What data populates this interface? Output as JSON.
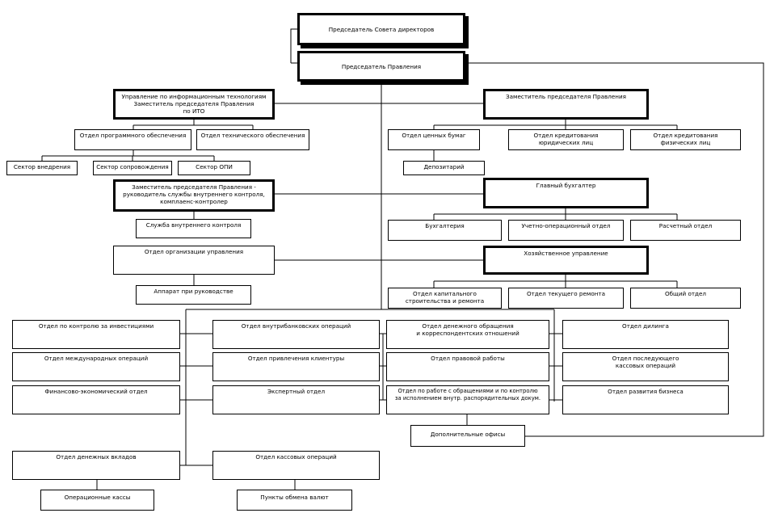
{
  "nodes": {
    "board_chairman": "Председатель Совета директоров",
    "management_chairman": "Председатель Правления",
    "it_department": "Управление по информационным технологиям\nЗаместитель председателя Правления\nпо ИТО",
    "deputy_chairman": "Заместитель председателя Правления",
    "software_dept": "Отдел программного обеспечения",
    "tech_support_dept": "Отдел технического обеспечения",
    "implementation_sector": "Сектор внедрения",
    "maintenance_sector": "Сектор сопровождения",
    "opi_sector": "Сектор ОПИ",
    "securities_dept": "Отдел ценных бумаг",
    "legal_entity_credit_dept": "Отдел кредитования\nюридических лиц",
    "individual_credit_dept": "Отдел кредитования\nфизических лиц",
    "depository": "Депозитарий",
    "internal_control_deputy": "Заместитель председателя Правления -\nруководитель службы внутреннего контроля,\nкомплаенс-контролер",
    "chief_accountant": "Главный бухгалтер",
    "internal_control_service": "Служба внутреннего контроля",
    "accounting": "Бухгалтерия",
    "accounting_operations_dept": "Учетно-операционный отдел",
    "settlement_dept": "Расчетный отдел",
    "management_org_dept": "Отдел организации управления",
    "economic_management": "Хозяйственное управление",
    "management_apparatus": "Аппарат при руководстве",
    "capital_construction_dept": "Отдел капитального\nстроительства и ремонта",
    "current_repair_dept": "Отдел текущего ремонта",
    "general_dept": "Общий отдел",
    "investment_control_dept": "Отдел по контролю за инвестициями",
    "interbank_operations_dept": "Отдел внутрибанковских операций",
    "money_circulation_dept": "Отдел денежного обращения\nи корреспондентских отношений",
    "dealing_dept": "Отдел дилинга",
    "international_operations_dept": "Отдел международных операций",
    "client_attraction_dept": "Отдел привлечения клиентуры",
    "legal_work_dept": "Отдел правовой работы",
    "cash_center_dept": "Отдел последующего\nкассовых операций",
    "financial_economic_dept": "Финансово-экономический отдел",
    "expert_dept": "Экспертный отдел",
    "document_control_dept": "Отдел по работе с обращениями и по контролю\nза исполнением внутр. распорядительных докум.",
    "business_development_dept": "Отдел развития бизнеса",
    "additional_offices": "Дополнительные офисы",
    "cash_vault_dept": "Отдел денежных вкладов",
    "cash_operations_dept": "Отдел кассовых операций",
    "operational_cash_desks": "Операционные кассы",
    "currency_exchange_points": "Пункты обмена валют"
  }
}
